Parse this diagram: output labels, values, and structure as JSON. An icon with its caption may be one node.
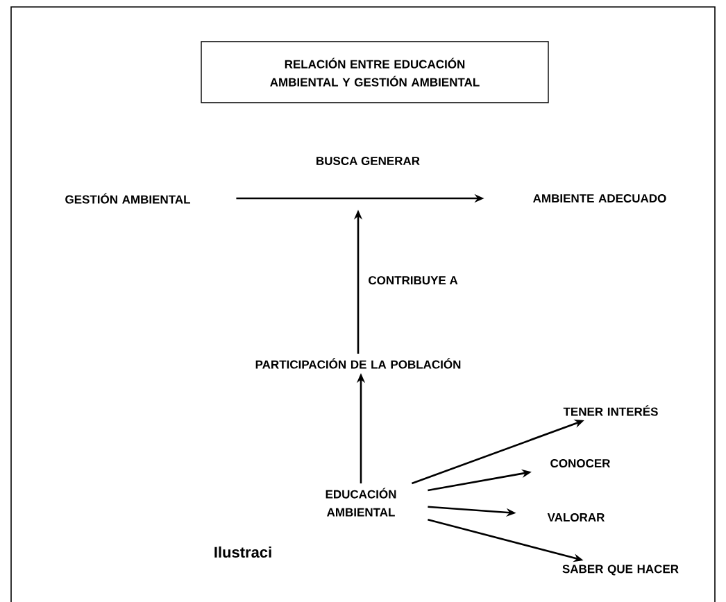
{
  "diagram": {
    "nodes": [
      {
        "text": [
          "RELACIÓN ENTRE EDUCACIÓN AMBIENTAL Y GESTIÓN AMBIENTAL"
        ]
      },
      {
        "text": [
          "GESTIÓN AMBIENTAL"
        ]
      },
      {
        "text": [
          "AMBIENTE ADECUADO"
        ]
      },
      {
        "text": [
          "PARTICIPACIÓN DE LA POBLACIÓN"
        ]
      },
      {
        "text": [
          "EDUCACIÓN AMBIENTAL"
        ]
      },
      {
        "text": [
          "TENER INTERÉS"
        ]
      },
      {
        "text": [
          "CONOCER"
        ]
      },
      {
        "text": [
          "VALORAR"
        ]
      },
      {
        "text": [
          "SABER QUE HACER"
        ]
      }
    ],
    "edges": [
      {
        "from": 1,
        "to": 2,
        "arrow": "to",
        "label": "BUSCA GENERAR"
      },
      {
        "from": 3,
        "to": null,
        "arrow": "to",
        "label": "CONTRIBUYE A"
      },
      {
        "from": 4,
        "to": 3,
        "arrow": "to"
      },
      {
        "from": 4,
        "to": 5,
        "arrow": "to"
      },
      {
        "from": 4,
        "to": 6,
        "arrow": "to"
      },
      {
        "from": 4,
        "to": 7,
        "arrow": "to"
      },
      {
        "from": 4,
        "to": 8,
        "arrow": "to"
      }
    ],
    "labels": [
      "Ilustraci"
    ]
  }
}
